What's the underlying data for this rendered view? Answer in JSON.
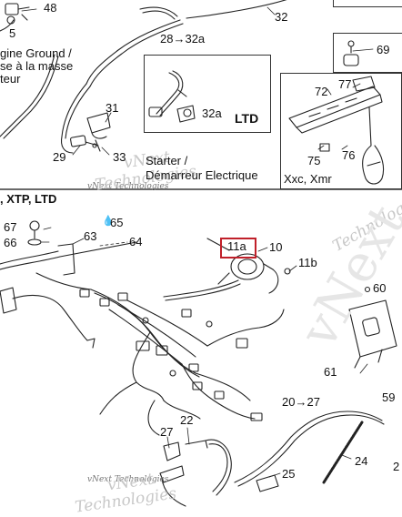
{
  "top": {
    "n48": "48",
    "n5": "5",
    "ground_line1": "gine Ground /",
    "ground_line2": "se à la masse",
    "ground_line3": "teur",
    "n32": "32",
    "n28to32a": "28→32a",
    "n69": "69",
    "n31": "31",
    "n32a": "32a",
    "ltd": "LTD",
    "n29": "29",
    "n33": "33",
    "starter_line1": "Starter /",
    "starter_line2": "Démarreur Electrique",
    "n72": "72",
    "n77": "77",
    "n75": "75",
    "n76": "76",
    "xxc": "Xxc, Xmr"
  },
  "bottom": {
    "heading": ", XTP, LTD",
    "n67": "67",
    "n66": "66",
    "n63": "63",
    "n65": "65",
    "n64": "64",
    "n11a": "11a",
    "n10": "10",
    "n11b": "11b",
    "n60": "60",
    "n61": "61",
    "n59": "59",
    "n20to27": "20→27",
    "n27": "27",
    "n22": "22",
    "n24": "24",
    "n25": "25",
    "n2": "2"
  },
  "watermark": {
    "brand": "vNext Technologies",
    "tech": "Technologies",
    "next": "vNext",
    "big": "vNext"
  },
  "colors": {
    "highlight": "#c0202a",
    "line": "#222222"
  }
}
